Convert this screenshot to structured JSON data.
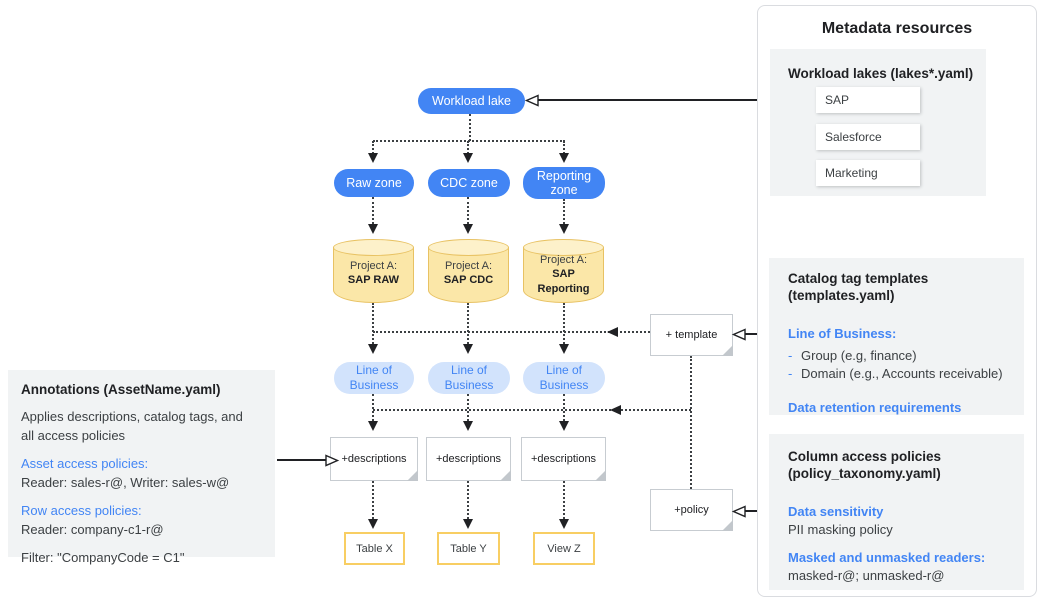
{
  "diagram": {
    "workload_lake": "Workload lake",
    "pipelines": [
      {
        "zone": "Raw zone",
        "project_prefix": "Project A:",
        "project_name": "SAP RAW",
        "lob": "Line of Business",
        "note": "+descriptions",
        "output": "Table X"
      },
      {
        "zone": "CDC zone",
        "project_prefix": "Project A:",
        "project_name": "SAP CDC",
        "lob": "Line of Business",
        "note": "+descriptions",
        "output": "Table Y"
      },
      {
        "zone": "Reporting zone",
        "project_prefix": "Project A:",
        "project_name": "SAP Reporting",
        "lob": "Line of Business",
        "note": "+descriptions",
        "output": "View Z"
      }
    ],
    "template_note": "+ template",
    "policy_note": "+policy"
  },
  "annotations_panel": {
    "title": "Annotations (AssetName.yaml)",
    "description_line1": "Applies descriptions, catalog tags, and",
    "description_line2": "all access policies",
    "asset_access_heading": "Asset access policies:",
    "asset_access_value": "Reader: sales-r@, Writer: sales-w@",
    "row_access_heading": "Row access policies:",
    "row_access_value": "Reader: company-c1-r@",
    "filter_value": "Filter: \"CompanyCode = C1\""
  },
  "metadata_panel": {
    "title": "Metadata resources",
    "workload_lakes": {
      "heading": "Workload lakes (lakes*.yaml)",
      "items": [
        "SAP",
        "Salesforce",
        "Marketing"
      ]
    },
    "catalog_templates": {
      "heading_line1": "Catalog tag templates",
      "heading_line2": "(templates.yaml)",
      "lob_heading": "Line of Business:",
      "lob_items": [
        {
          "bullet": "-",
          "text": "Group (e.g, finance)"
        },
        {
          "bullet": "-",
          "text": "Domain (e.g., Accounts receivable)"
        }
      ],
      "retention_heading": "Data retention requirements"
    },
    "column_policies": {
      "heading_line1": "Column access policies",
      "heading_line2": "(policy_taxonomy.yaml)",
      "sensitivity_heading": "Data sensitivity",
      "sensitivity_value": "PII masking policy",
      "readers_heading": "Masked and unmasked readers:",
      "readers_value": "masked-r@; unmasked-r@"
    }
  },
  "colors": {
    "node_blue": "#4285f4",
    "node_blue_light": "#d2e3fc",
    "link_blue": "#4285f4",
    "cylinder_fill": "#fbe7a8",
    "cylinder_border": "#e8c263",
    "table_border": "#f8ce63",
    "panel_gray": "#f1f3f4",
    "panel_border": "#dadce0",
    "text_dark": "#202124"
  }
}
